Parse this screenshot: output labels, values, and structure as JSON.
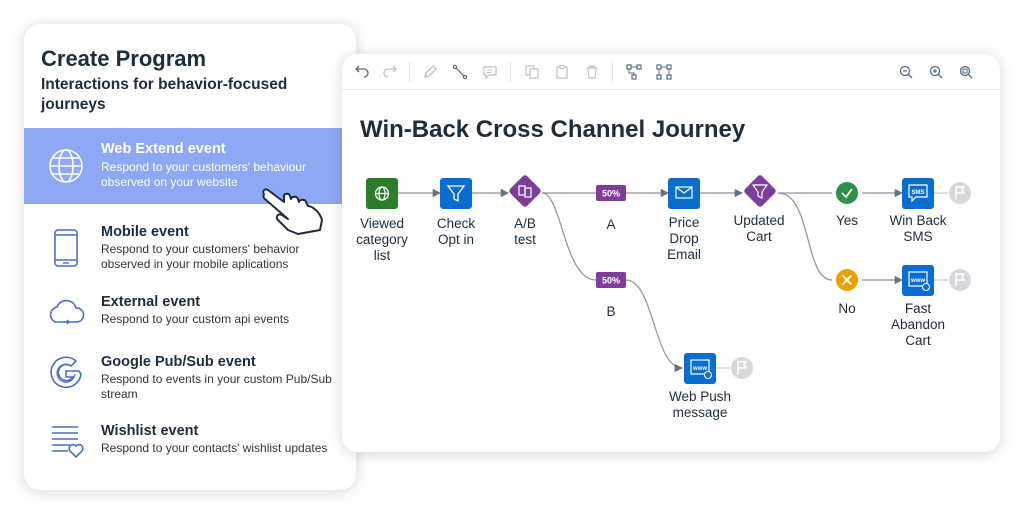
{
  "left_panel": {
    "title": "Create Program",
    "subtitle": "Interactions for behavior-focused journeys",
    "events": [
      {
        "title": "Web Extend event",
        "description": "Respond to your customers' behaviour observed on your website",
        "icon": "globe-icon",
        "selected": true
      },
      {
        "title": "Mobile event",
        "description": "Respond to your customers' behavior observed in your mobile aplications",
        "icon": "mobile-phone-icon",
        "selected": false
      },
      {
        "title": "External event",
        "description": "Respond to your custom api events",
        "icon": "cloud-icon",
        "selected": false
      },
      {
        "title": "Google Pub/Sub event",
        "description": "Respond to events in your custom Pub/Sub stream",
        "icon": "google-icon",
        "selected": false
      },
      {
        "title": "Wishlist event",
        "description": "Respond to your contacts' wishlist updates",
        "icon": "wishlist-icon",
        "selected": false
      }
    ]
  },
  "canvas": {
    "title": "Win-Back Cross Channel Journey",
    "toolbar": [
      "undo-icon",
      "redo-icon",
      "edit-icon",
      "connect-icon",
      "comment-icon",
      "copy-icon",
      "paste-icon",
      "delete-icon",
      "layout-icon",
      "layout-alt-icon",
      "zoom-out-icon",
      "zoom-in-icon",
      "zoom-fit-icon"
    ],
    "nodes": {
      "viewed": "Viewed\ncategory\nlist",
      "check": "Check\nOpt in",
      "ab": "A/B\ntest",
      "price": "Price\nDrop\nEmail",
      "updated": "Updated\nCart",
      "yes": "Yes",
      "no": "No",
      "winback": "Win Back\nSMS",
      "fast": "Fast\nAbandon\nCart",
      "webpush": "Web Push\nmessage"
    },
    "branches": {
      "a_pct": "50%",
      "a_label": "A",
      "b_pct": "50%",
      "b_label": "B"
    },
    "sms_badge": "SMS",
    "www_badge": "www"
  },
  "colors": {
    "selected_bg": "#8fa8f4",
    "node_green": "#2b7c2b",
    "node_blue": "#0a6ed1",
    "node_purple": "#7e3d9b",
    "yes_green": "#30914c",
    "no_orange": "#e9a000",
    "end_gray": "#d5d8dc"
  }
}
